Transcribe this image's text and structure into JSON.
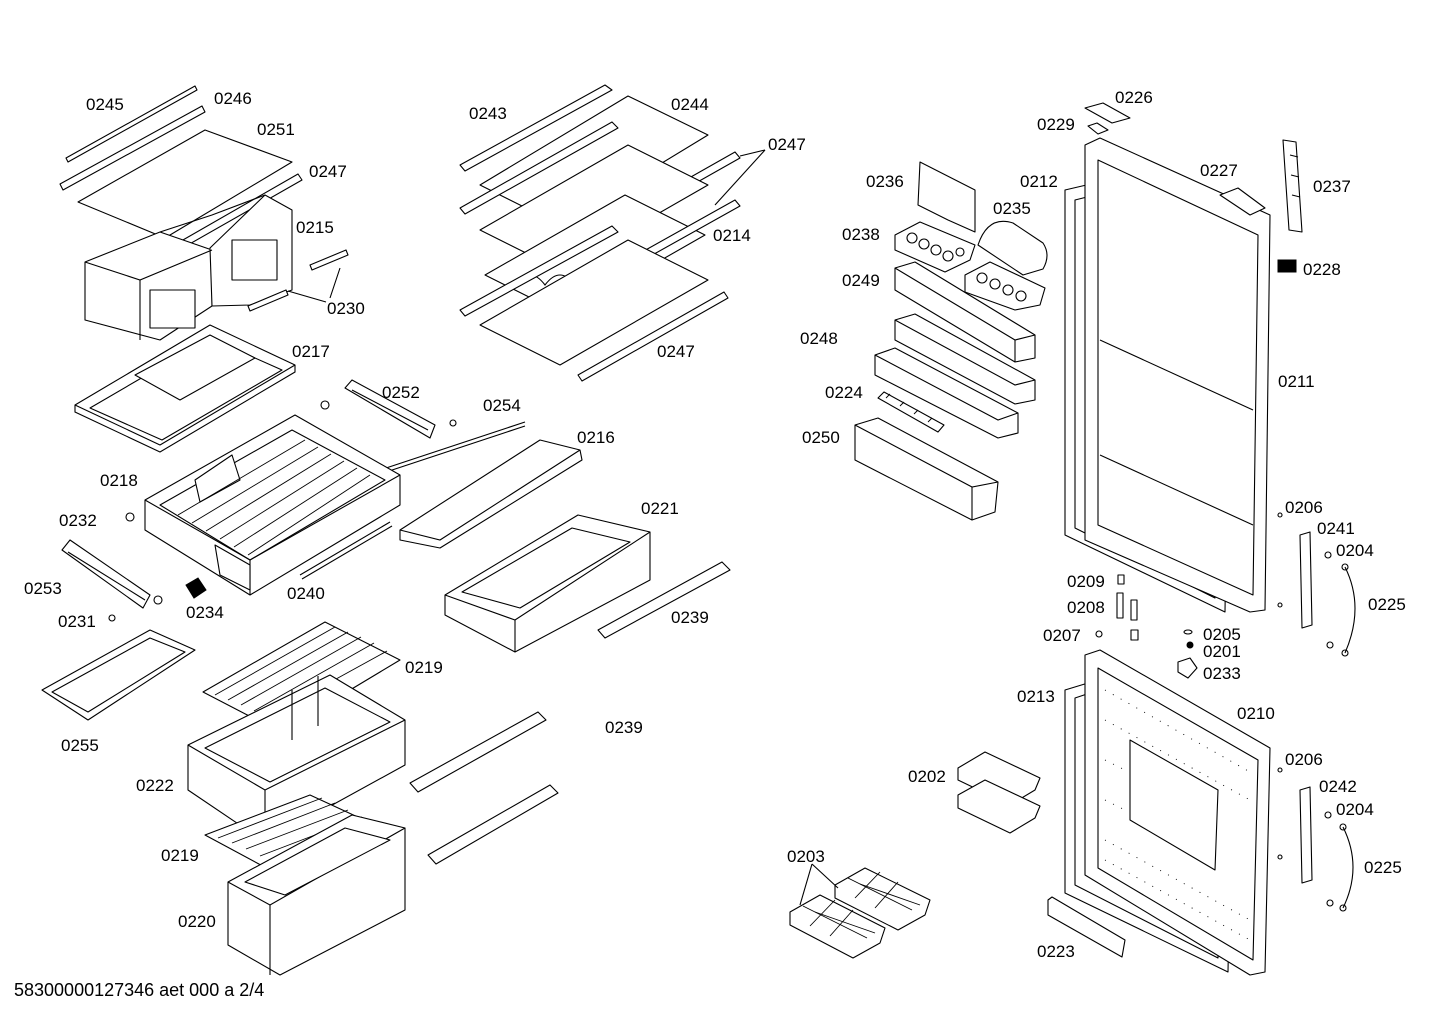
{
  "footer": "58300000127346 aet 000 a 2/4",
  "labels": {
    "p0245": "0245",
    "p0246": "0246",
    "p0251": "0251",
    "p0247a": "0247",
    "p0215": "0215",
    "p0230": "0230",
    "p0217": "0217",
    "p0252": "0252",
    "p0254": "0254",
    "p0216": "0216",
    "p0218": "0218",
    "p0232": "0232",
    "p0253": "0253",
    "p0234": "0234",
    "p0240": "0240",
    "p0231": "0231",
    "p0221": "0221",
    "p0239a": "0239",
    "p0255": "0255",
    "p0219a": "0219",
    "p0222": "0222",
    "p0239b": "0239",
    "p0219b": "0219",
    "p0220": "0220",
    "p0243": "0243",
    "p0244": "0244",
    "p0247b": "0247",
    "p0214": "0214",
    "p0247c": "0247",
    "p0226": "0226",
    "p0229": "0229",
    "p0236": "0236",
    "p0212": "0212",
    "p0227": "0227",
    "p0237": "0237",
    "p0235": "0235",
    "p0238": "0238",
    "p0228": "0228",
    "p0249": "0249",
    "p0248": "0248",
    "p0211": "0211",
    "p0224": "0224",
    "p0250": "0250",
    "p0206a": "0206",
    "p0241": "0241",
    "p0204a": "0204",
    "p0209": "0209",
    "p0225a": "0225",
    "p0208": "0208",
    "p0207": "0207",
    "p0205": "0205",
    "p0201": "0201",
    "p0233": "0233",
    "p0213": "0213",
    "p0210": "0210",
    "p0206b": "0206",
    "p0202": "0202",
    "p0242": "0242",
    "p0204b": "0204",
    "p0225b": "0225",
    "p0203": "0203",
    "p0223": "0223"
  }
}
